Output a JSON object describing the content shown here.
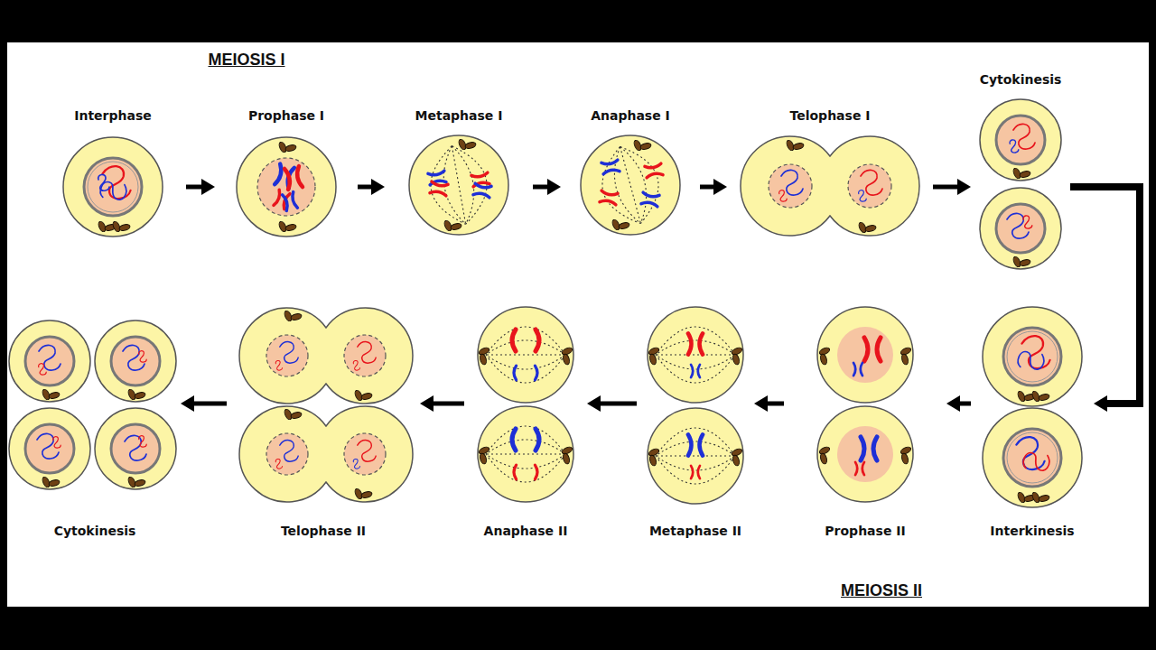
{
  "diagram": {
    "nodes": [
      {
        "text": [
          "Interphase"
        ]
      },
      {
        "text": [
          "Prophase I"
        ]
      },
      {
        "text": [
          "Metaphase I"
        ]
      },
      {
        "text": [
          "Anaphase I"
        ]
      },
      {
        "text": [
          "Telophase I"
        ]
      },
      {
        "text": [
          "Cytokinesis"
        ]
      },
      {
        "text": [
          "Interkinesis"
        ]
      },
      {
        "text": [
          "Prophase II"
        ]
      },
      {
        "text": [
          "Metaphase II"
        ]
      },
      {
        "text": [
          "Anaphase II"
        ]
      },
      {
        "text": [
          "Telophase II"
        ]
      },
      {
        "text": [
          "Cytokinesis"
        ]
      }
    ],
    "edges": [
      {
        "from": 0,
        "to": 1,
        "arrow": "to"
      },
      {
        "from": 1,
        "to": 2,
        "arrow": "to"
      },
      {
        "from": 2,
        "to": 3,
        "arrow": "to"
      },
      {
        "from": 3,
        "to": 4,
        "arrow": "to"
      },
      {
        "from": 4,
        "to": 5,
        "arrow": "to"
      },
      {
        "from": 5,
        "to": 6,
        "arrow": "to"
      },
      {
        "from": 6,
        "to": 7,
        "arrow": "to"
      },
      {
        "from": 7,
        "to": 8,
        "arrow": "to"
      },
      {
        "from": 8,
        "to": 9,
        "arrow": "to"
      },
      {
        "from": 9,
        "to": 10,
        "arrow": "to"
      },
      {
        "from": 10,
        "to": 11,
        "arrow": "to"
      }
    ],
    "labels": [
      "MEIOSIS I",
      "MEIOSIS II"
    ]
  }
}
